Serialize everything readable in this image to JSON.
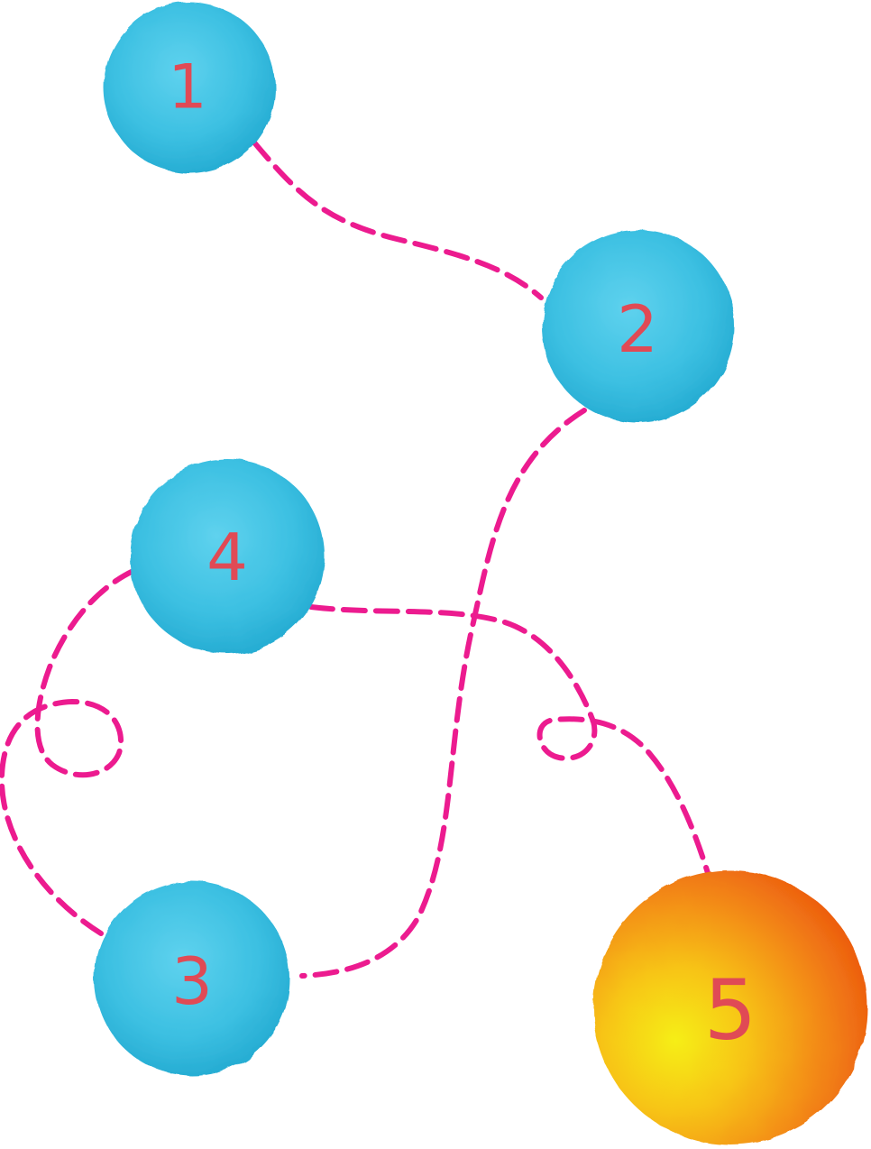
{
  "diagram": {
    "nodes": [
      {
        "id": "1",
        "label": "1",
        "color": "#39bfe0"
      },
      {
        "id": "2",
        "label": "2",
        "color": "#39bfe0"
      },
      {
        "id": "4",
        "label": "4",
        "color": "#39bfe0"
      },
      {
        "id": "3",
        "label": "3",
        "color": "#39bfe0"
      },
      {
        "id": "5",
        "label": "5",
        "color": "#f07a12"
      }
    ],
    "path_color": "#ec1b8f",
    "label_color": "#e04a55",
    "path_order": [
      "1",
      "2",
      "3",
      "4",
      "5"
    ]
  }
}
